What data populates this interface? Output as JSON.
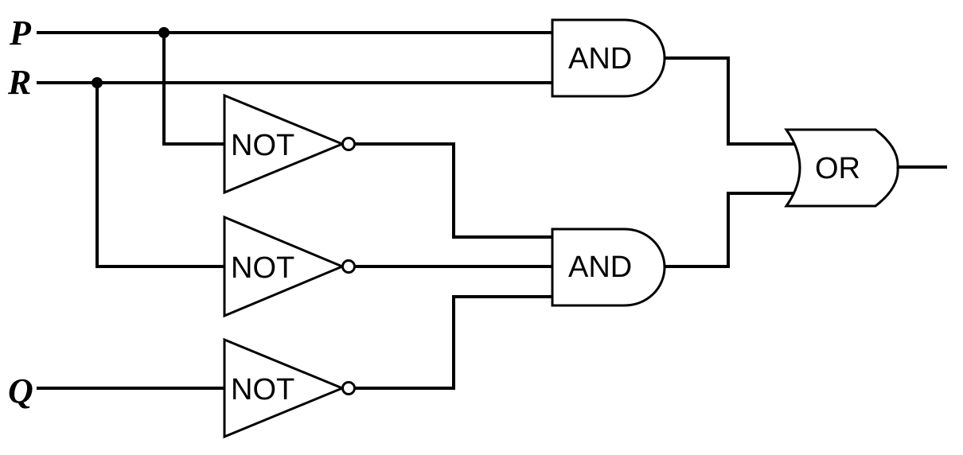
{
  "inputs": {
    "p": "P",
    "r": "R",
    "q": "Q"
  },
  "gates": {
    "and_top": "AND",
    "and_bottom": "AND",
    "or": "OR",
    "not_top": "NOT",
    "not_middle": "NOT",
    "not_bottom": "NOT"
  }
}
